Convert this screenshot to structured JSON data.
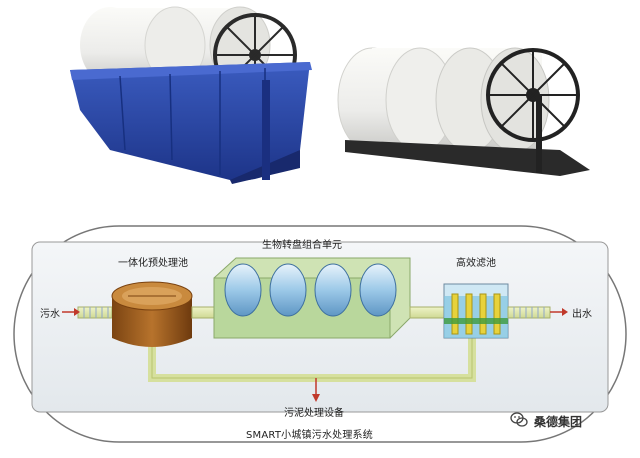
{
  "labels": {
    "pretreatment": "一体化预处理池",
    "rbc_unit": "生物转盘组合单元",
    "filter": "高效滤池",
    "inlet": "污水",
    "outlet": "出水",
    "sludge": "污泥处理设备"
  },
  "caption": "SMART小城镇污水处理系统",
  "brand": "桑德集团",
  "colors": {
    "blue_tank": "#2b4aa8",
    "disc": "#f1f1ee",
    "pipe": "#dfe9a8",
    "panel": "#eef2f5",
    "brown_tank": "#a2621f",
    "arrow": "#c0392b"
  },
  "icons": {
    "brand_logo": "wechat-icon"
  }
}
